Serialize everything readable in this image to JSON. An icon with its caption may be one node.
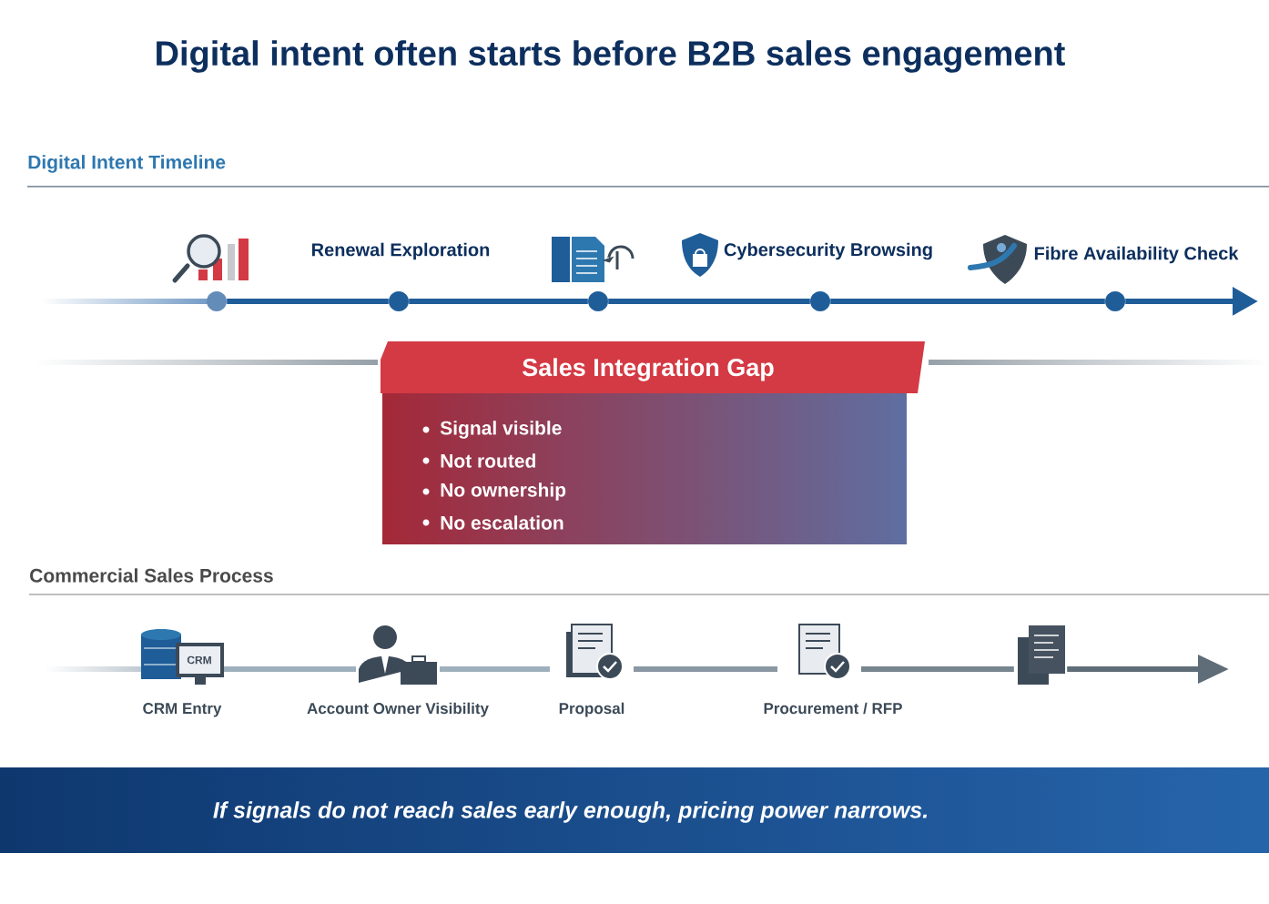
{
  "diagram": {
    "title": "Digital intent often starts before B2B sales engagement",
    "nodes": [
      {
        "text": [],
        "shape": "circle"
      },
      {
        "text": [],
        "shape": "circle",
        "beside": [
          "Renewal Exploration"
        ]
      },
      {
        "text": [],
        "shape": "circle"
      },
      {
        "text": [],
        "shape": "circle",
        "beside": [
          "Cybersecurity Browsing"
        ]
      },
      {
        "text": [],
        "shape": "circle",
        "beside": [
          "Fibre Availability Check"
        ]
      },
      {
        "text": [
          "Sales Integration Gap",
          "Signal visible",
          "Not routed",
          "No ownership",
          "No escalation"
        ]
      },
      {
        "text": [
          "CRM Entry"
        ]
      },
      {
        "text": [
          "Account Owner Visibility"
        ]
      },
      {
        "text": [
          "Proposal"
        ]
      },
      {
        "text": [
          "Procurement / RFP"
        ]
      },
      {
        "text": [],
        "shape": "picture"
      }
    ],
    "edges": [
      {
        "from": 0,
        "to": 1,
        "arrow": "none"
      },
      {
        "from": 1,
        "to": 2,
        "arrow": "none"
      },
      {
        "from": 2,
        "to": 3,
        "arrow": "none"
      },
      {
        "from": 3,
        "to": 4,
        "arrow": "none"
      },
      {
        "from": 4,
        "to": null,
        "arrow": "to"
      },
      {
        "from": 6,
        "to": 7,
        "arrow": "none",
        "color": "#9fb0bd"
      },
      {
        "from": 7,
        "to": 8,
        "arrow": "none",
        "color": "#9fb0bd"
      },
      {
        "from": 8,
        "to": 9,
        "arrow": "none",
        "color": "#8a98a4"
      },
      {
        "from": 9,
        "to": 10,
        "arrow": "none",
        "color": "#77858f"
      },
      {
        "from": 10,
        "to": null,
        "arrow": "to",
        "color": "#5f6d78"
      }
    ],
    "labels": [
      "Digital Intent Timeline",
      "Commercial Sales Process",
      "CRM",
      "If signals do not reach sales early enough, pricing power narrows."
    ]
  }
}
